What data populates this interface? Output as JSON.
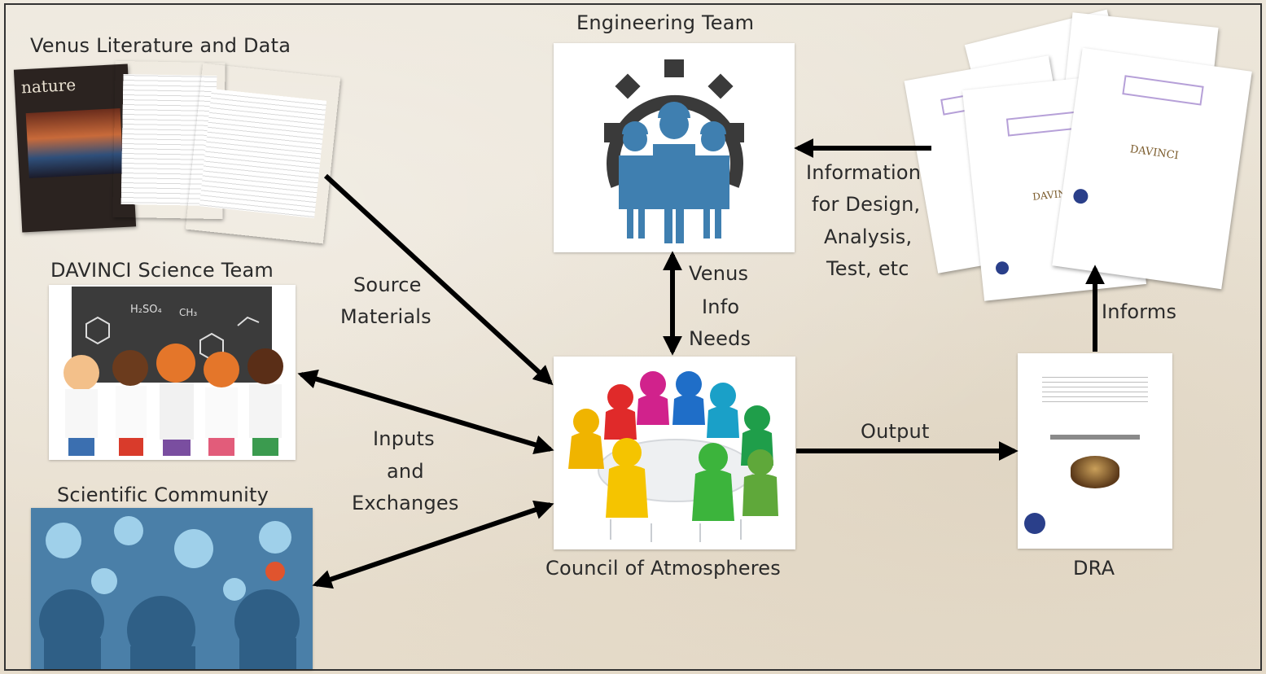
{
  "nodes": {
    "venus_literature": "Venus Literature and Data",
    "engineering_team": "Engineering Team",
    "davinci_science_team": "DAVINCI Science Team",
    "scientific_community": "Scientific Community",
    "council": "Council of Atmospheres",
    "dra": "DRA"
  },
  "edges": {
    "source_materials": [
      "Source",
      "Materials"
    ],
    "inputs_exchanges": [
      "Inputs",
      "and",
      "Exchanges"
    ],
    "venus_info_needs": [
      "Venus",
      "Info",
      "Needs"
    ],
    "information": [
      "Information",
      "for Design,",
      "Analysis,",
      "Test, etc"
    ],
    "output": "Output",
    "informs": "Informs"
  },
  "images": {
    "journal_cover_title": "nature",
    "doc_brand": "DAVINCI",
    "chem_formula": "H₂SO₄",
    "chem_label": "CH₃"
  },
  "colors": {
    "background": "#e9e2d5",
    "arrow": "#000000",
    "gear": "#3a3a3a",
    "engineer": "#3f7fb0",
    "board": "#3b3b3b"
  }
}
